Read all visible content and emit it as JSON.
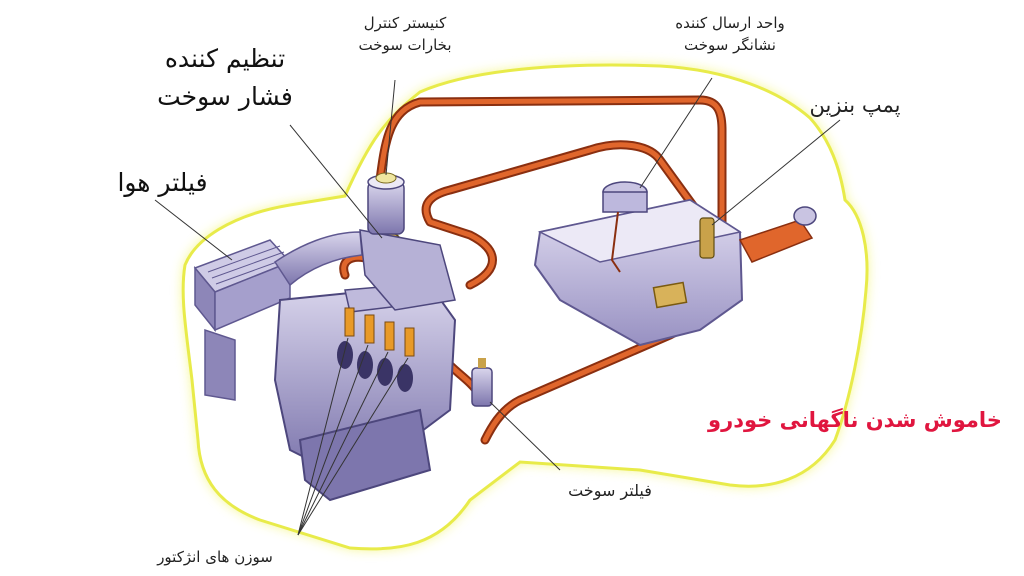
{
  "labels": {
    "regulator_line1": "تنظیم کننده",
    "regulator_line2": "فشار سوخت",
    "canister_line1": "کنیستر کنترل",
    "canister_line2": "بخارات سوخت",
    "sender_line1": "واحد ارسال کننده",
    "sender_line2": "نشانگر سوخت",
    "pump": "پمپ بنزین",
    "air_filter": "فیلتر هوا",
    "fuel_filter": "فیلتر سوخت",
    "injectors": "سوزن های انژکتور"
  },
  "headline": "خاموش شدن ناگهانی خودرو",
  "colors": {
    "car_glow": "#f3f56a",
    "fuel_line": "#d4541e",
    "engine": "#8d86b8",
    "tank": "#b4aed0",
    "headline": "#e0163f"
  }
}
